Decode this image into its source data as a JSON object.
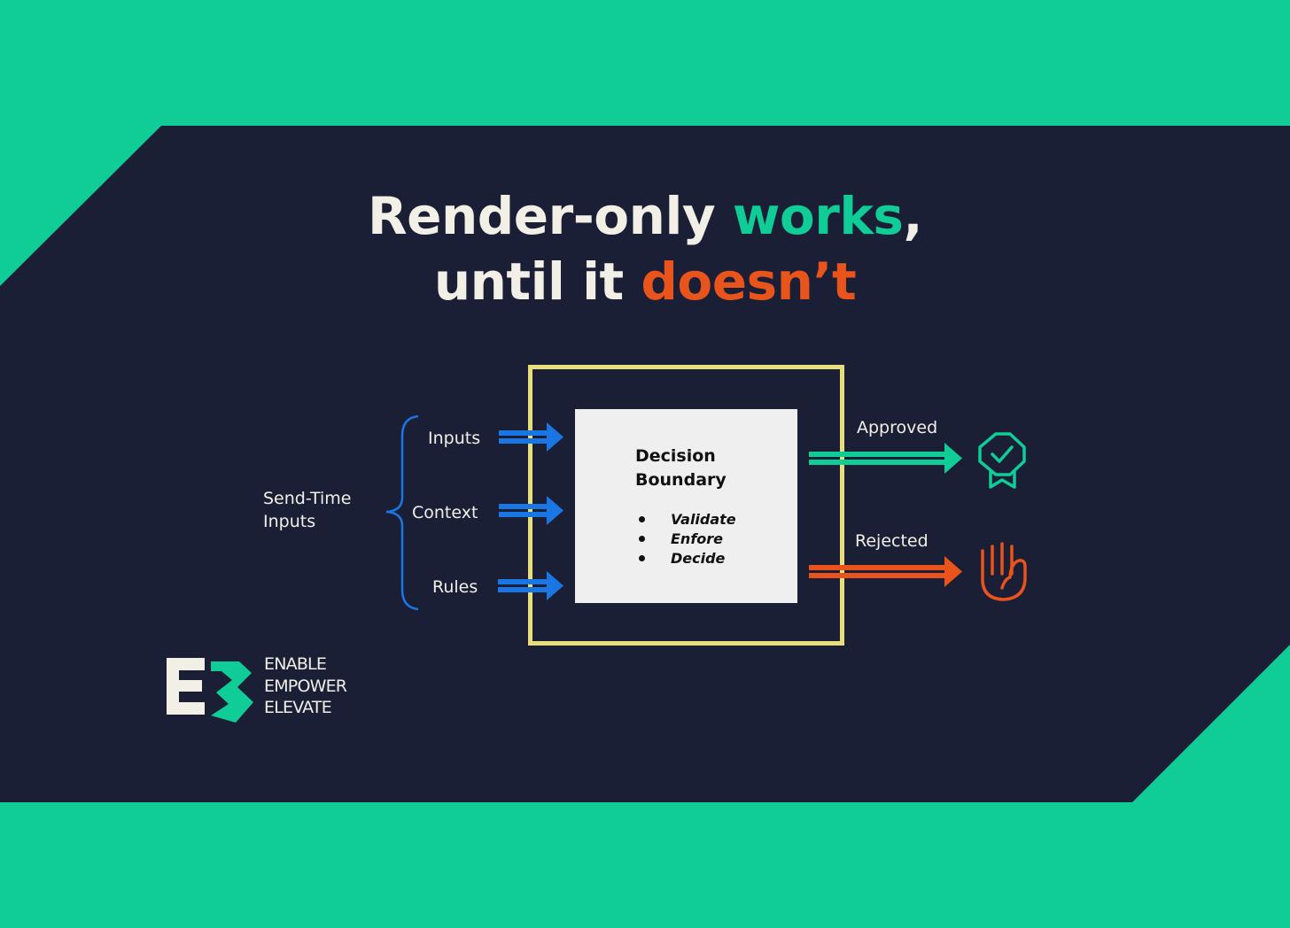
{
  "title": {
    "line1_part1": "Render-only ",
    "line1_highlight": "works",
    "line1_part2": ",",
    "line2_part1": "until it ",
    "line2_highlight": "doesn’t"
  },
  "colors": {
    "accent_green": "#10cc96",
    "background_dark": "#1b1f36",
    "accent_orange": "#e8541b",
    "boundary_yellow": "#e8de7c",
    "arrow_blue": "#1976e3"
  },
  "diagram": {
    "group_label": "Send-Time\nInputs",
    "inputs": [
      "Inputs",
      "Context",
      "Rules"
    ],
    "decision": {
      "title": "Decision\nBoundary",
      "items": [
        "Validate",
        "Enfore",
        "Decide"
      ]
    },
    "outputs": {
      "approved": "Approved",
      "rejected": "Rejected"
    },
    "icons": {
      "approved": "award-badge-check-icon",
      "rejected": "raised-hand-stop-icon"
    }
  },
  "logo": {
    "lines": [
      "ENABLE",
      "EMPOWER",
      "ELEVATE"
    ]
  }
}
